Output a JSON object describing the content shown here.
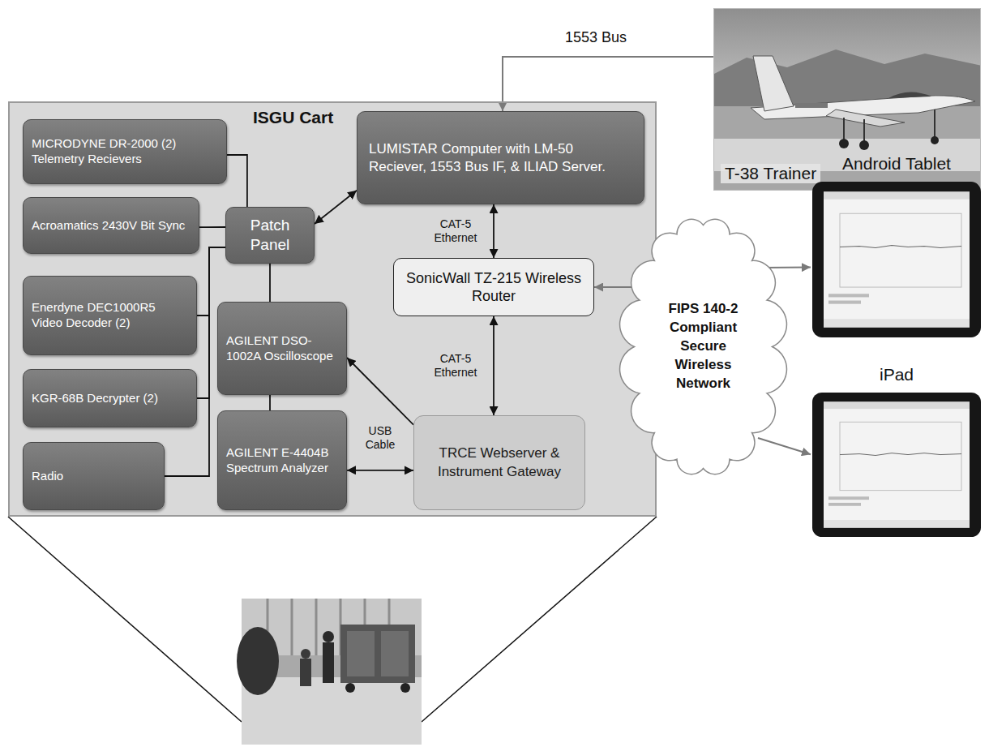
{
  "diagram": {
    "nodes": [
      {
        "text": [
          "ISGU Cart"
        ]
      },
      {
        "text": [
          "MICRODYNE DR-2000 (2) Telemetry Recievers"
        ],
        "in": 0
      },
      {
        "text": [
          "Acroamatics 2430V Bit Sync"
        ],
        "in": 0
      },
      {
        "text": [
          "Enerdyne DEC1000R5 Video Decoder (2)"
        ],
        "in": 0
      },
      {
        "text": [
          "KGR-68B Decrypter (2)"
        ],
        "in": 0
      },
      {
        "text": [
          "Radio"
        ],
        "in": 0
      },
      {
        "text": [
          "Patch Panel"
        ],
        "in": 0
      },
      {
        "text": [
          "LUMISTAR Computer with LM-50 Reciever, 1553 Bus IF, & ILIAD Server."
        ],
        "in": 0
      },
      {
        "text": [
          "SonicWall TZ-215 Wireless Router"
        ],
        "in": 0
      },
      {
        "text": [
          "AGILENT DSO-1002A Oscilloscope"
        ],
        "in": 0
      },
      {
        "text": [
          "AGILENT E-4404B Spectrum Analyzer"
        ],
        "in": 0
      },
      {
        "text": [
          "TRCE Webserver & Instrument Gateway"
        ],
        "in": 0
      },
      {
        "text": [
          "T-38 Trainer"
        ]
      },
      {
        "text": [
          "FIPS 140-2 Compliant Secure Wireless Network"
        ]
      },
      {
        "text": [
          "Android Tablet"
        ]
      },
      {
        "text": [
          "iPad"
        ]
      }
    ],
    "edges": [
      {
        "from": 12,
        "to": 7,
        "arrow": "to",
        "label": "1553 Bus"
      },
      {
        "from": 6,
        "to": 7,
        "arrow": "both"
      },
      {
        "from": 1,
        "to": 6,
        "arrow": "none"
      },
      {
        "from": 2,
        "to": 6,
        "arrow": "none"
      },
      {
        "from": 3,
        "to": 6,
        "arrow": "none"
      },
      {
        "from": 4,
        "to": 6,
        "arrow": "none"
      },
      {
        "from": 5,
        "to": 6,
        "arrow": "none"
      },
      {
        "from": 6,
        "to": 9,
        "arrow": "none"
      },
      {
        "from": 9,
        "to": 10,
        "arrow": "none"
      },
      {
        "from": 7,
        "to": 8,
        "arrow": "both",
        "label": "CAT-5 Ethernet"
      },
      {
        "from": 8,
        "to": 11,
        "arrow": "both",
        "label": "CAT-5 Ethernet"
      },
      {
        "from": 11,
        "to": 9,
        "arrow": "to"
      },
      {
        "from": 10,
        "to": 11,
        "arrow": "both",
        "label": "USB Cable"
      },
      {
        "from": 13,
        "to": 8,
        "arrow": "to"
      },
      {
        "from": 13,
        "to": 14,
        "arrow": "to"
      },
      {
        "from": 13,
        "to": 15,
        "arrow": "to"
      }
    ]
  }
}
